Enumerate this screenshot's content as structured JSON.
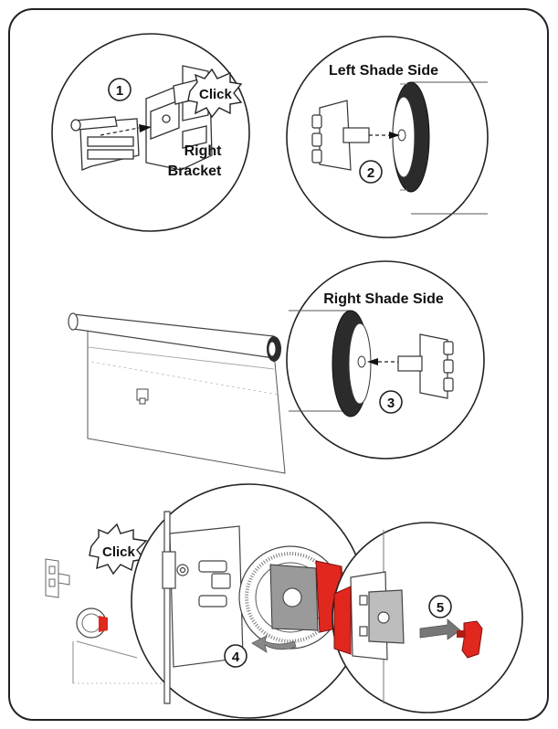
{
  "labels": {
    "click_top": "Click",
    "right_bracket_line1": "Right",
    "right_bracket_line2": "Bracket",
    "left_shade_side": "Left Shade Side",
    "right_shade_side": "Right Shade Side",
    "click_bottom": "Click"
  },
  "steps": [
    "1",
    "2",
    "3",
    "4",
    "5"
  ],
  "colors": {
    "frame": "#222222",
    "line": "#333333",
    "accent_red": "#e0281f",
    "dark_roll": "#2b2b2b",
    "gray": "#888888"
  }
}
